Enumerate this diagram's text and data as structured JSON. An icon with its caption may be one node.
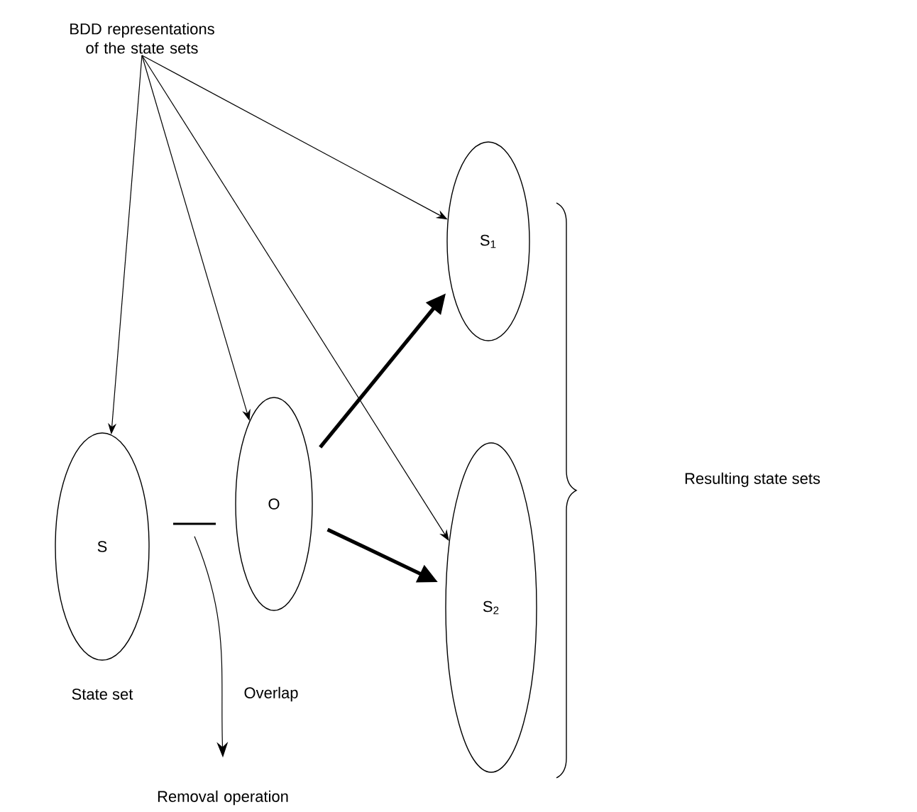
{
  "diagram": {
    "nodes": [
      {
        "text": [
          "BDD representations of the state sets"
        ]
      },
      {
        "text": [
          "S"
        ]
      },
      {
        "text": [],
        "shape": "bar"
      },
      {
        "text": [
          "O"
        ]
      },
      {
        "text": [
          "S$_{1}$"
        ]
      },
      {
        "text": [
          "S$_{2}$"
        ]
      },
      {
        "text": [
          "Removal operation"
        ]
      }
    ],
    "edges": [
      {
        "from": 0,
        "to": 1,
        "arrow": "to"
      },
      {
        "from": 0,
        "to": 3,
        "arrow": "to"
      },
      {
        "from": 0,
        "to": 4,
        "arrow": "to"
      },
      {
        "from": 0,
        "to": 5,
        "arrow": "to"
      },
      {
        "from": 3,
        "to": 4,
        "arrow": "to",
        "style": "thick"
      },
      {
        "from": 3,
        "to": 5,
        "arrow": "to",
        "style": "thick"
      },
      {
        "from": 2,
        "to": 6,
        "arrow": "to"
      }
    ],
    "labels": [
      "State set",
      "Overlap",
      "Resulting state sets"
    ]
  }
}
